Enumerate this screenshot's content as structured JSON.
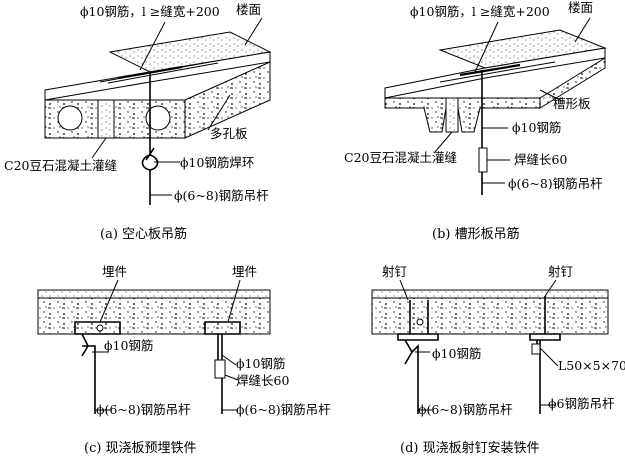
{
  "panels": {
    "a": {
      "caption": "(a) 空心板吊筋",
      "label_top": "ϕ10钢筋，l ≥缝宽+200",
      "label_floor": "楼面",
      "label_slab": "多孔板",
      "label_joint": "C20豆石混凝土灌缝",
      "label_ring": "ϕ10钢筋焊环",
      "label_rod": "ϕ(6~8)钢筋吊杆"
    },
    "b": {
      "caption": "(b) 槽形板吊筋",
      "label_top": "ϕ10钢筋，l ≥缝宽+200",
      "label_floor": "楼面",
      "label_slab": "槽形板",
      "label_bar": "ϕ10钢筋",
      "label_joint": "C20豆石混凝土灌缝",
      "label_weld": "焊缝长60",
      "label_rod": "ϕ(6~8)钢筋吊杆"
    },
    "c": {
      "caption": "(c) 现浇板预埋铁件",
      "label_embed_left": "埋件",
      "label_embed_right": "埋件",
      "label_bar_left": "ϕ10钢筋",
      "label_bar_right": "ϕ10钢筋",
      "label_weld": "焊缝长60",
      "label_rod_left": "ϕ(6~8)钢筋吊杆",
      "label_rod_right": "ϕ(6~8)钢筋吊杆"
    },
    "d": {
      "caption": "(d) 现浇板射钉安装铁件",
      "label_nail_left": "射钉",
      "label_nail_right": "射钉",
      "label_bar": "ϕ10钢筋",
      "label_angle": "L50×5×70",
      "label_rod_left": "ϕ(6~8)钢筋吊杆",
      "label_rod_right": "ϕ6钢筋吊杆"
    }
  }
}
